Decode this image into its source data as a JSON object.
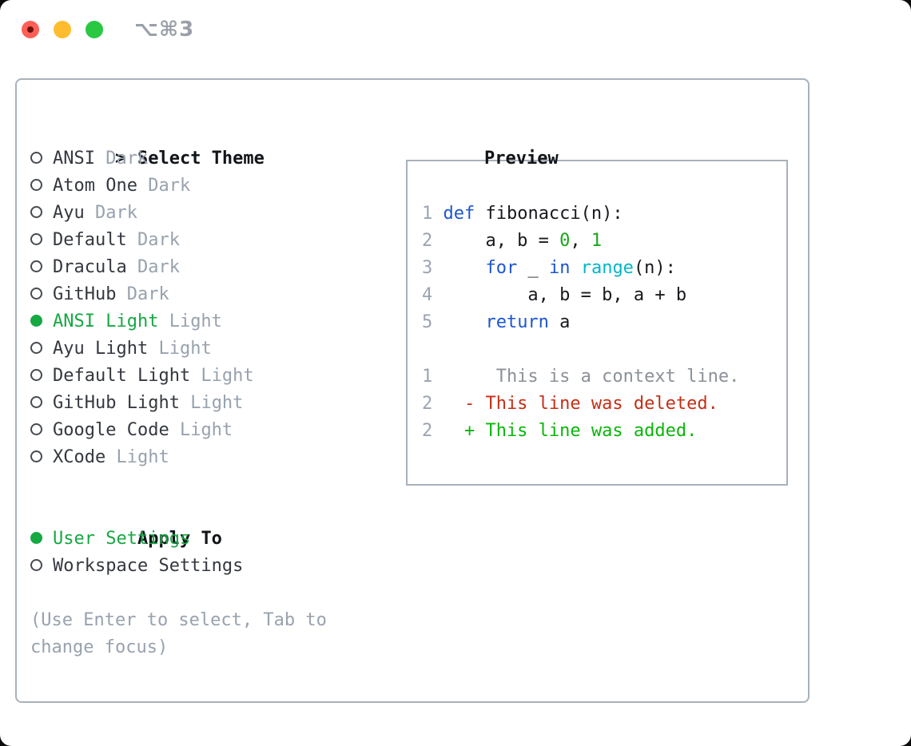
{
  "window": {
    "title_shortcut": "⌥⌘3",
    "traffic_lights": [
      "close",
      "minimize",
      "zoom"
    ]
  },
  "theme_selector": {
    "header_prefix": ">",
    "header": "Select Theme",
    "items": [
      {
        "name": "ANSI",
        "variant": "Dark",
        "selected": false
      },
      {
        "name": "Atom One",
        "variant": "Dark",
        "selected": false
      },
      {
        "name": "Ayu",
        "variant": "Dark",
        "selected": false
      },
      {
        "name": "Default",
        "variant": "Dark",
        "selected": false
      },
      {
        "name": "Dracula",
        "variant": "Dark",
        "selected": false
      },
      {
        "name": "GitHub",
        "variant": "Dark",
        "selected": false
      },
      {
        "name": "ANSI Light",
        "variant": "Light",
        "selected": true
      },
      {
        "name": "Ayu Light",
        "variant": "Light",
        "selected": false
      },
      {
        "name": "Default Light",
        "variant": "Light",
        "selected": false
      },
      {
        "name": "GitHub Light",
        "variant": "Light",
        "selected": false
      },
      {
        "name": "Google Code",
        "variant": "Light",
        "selected": false
      },
      {
        "name": "XCode",
        "variant": "Light",
        "selected": false
      }
    ]
  },
  "apply_to": {
    "header": "Apply To",
    "options": [
      {
        "label": "User Settings",
        "selected": true
      },
      {
        "label": "Workspace Settings",
        "selected": false
      }
    ]
  },
  "help_lines": [
    "(Use Enter to select, Tab to",
    "change focus)"
  ],
  "preview": {
    "title": "Preview",
    "code_lines": [
      {
        "num": "1",
        "segments": [
          {
            "text": "def",
            "color": "keyword"
          },
          {
            "text": " fibonacci(n):",
            "color": "plain"
          }
        ]
      },
      {
        "num": "2",
        "segments": [
          {
            "text": "    a, b = ",
            "color": "plain"
          },
          {
            "text": "0",
            "color": "number"
          },
          {
            "text": ", ",
            "color": "plain"
          },
          {
            "text": "1",
            "color": "number"
          }
        ]
      },
      {
        "num": "3",
        "segments": [
          {
            "text": "    ",
            "color": "plain"
          },
          {
            "text": "for",
            "color": "keyword"
          },
          {
            "text": " _ ",
            "color": "plain"
          },
          {
            "text": "in",
            "color": "keyword"
          },
          {
            "text": " ",
            "color": "plain"
          },
          {
            "text": "range",
            "color": "function"
          },
          {
            "text": "(n):",
            "color": "plain"
          }
        ]
      },
      {
        "num": "4",
        "segments": [
          {
            "text": "        a, b = b, a + b",
            "color": "plain"
          }
        ]
      },
      {
        "num": "5",
        "segments": [
          {
            "text": "    ",
            "color": "plain"
          },
          {
            "text": "return",
            "color": "keyword"
          },
          {
            "text": " a",
            "color": "plain"
          }
        ]
      }
    ],
    "diff_lines": [
      {
        "num": "1",
        "segments": [
          {
            "text": "     This is a context line.",
            "color": "context"
          }
        ]
      },
      {
        "num": "2",
        "segments": [
          {
            "text": "  - This line was deleted.",
            "color": "deleted"
          }
        ]
      },
      {
        "num": "2",
        "segments": [
          {
            "text": "  + This line was added.",
            "color": "added"
          }
        ]
      }
    ]
  },
  "syntax_colors": {
    "keyword": "#1c56cf",
    "function": "#00b7c6",
    "number": "#19a519",
    "plain": "#17191d",
    "context": "#8b9198",
    "deleted": "#c52f16",
    "added": "#0bb50b"
  },
  "ui_colors": {
    "accent_green": "#16a843",
    "text_dark": "#34383f",
    "header_black": "#111418",
    "muted_gray": "#98a2ae",
    "line_number_gray": "#9aa4b2",
    "border_gray": "#a9b1bb",
    "titlebar_gray": "#9aa0a8",
    "traffic_red": "#ff5f57",
    "traffic_yellow": "#febc2e",
    "traffic_green": "#28c840"
  }
}
